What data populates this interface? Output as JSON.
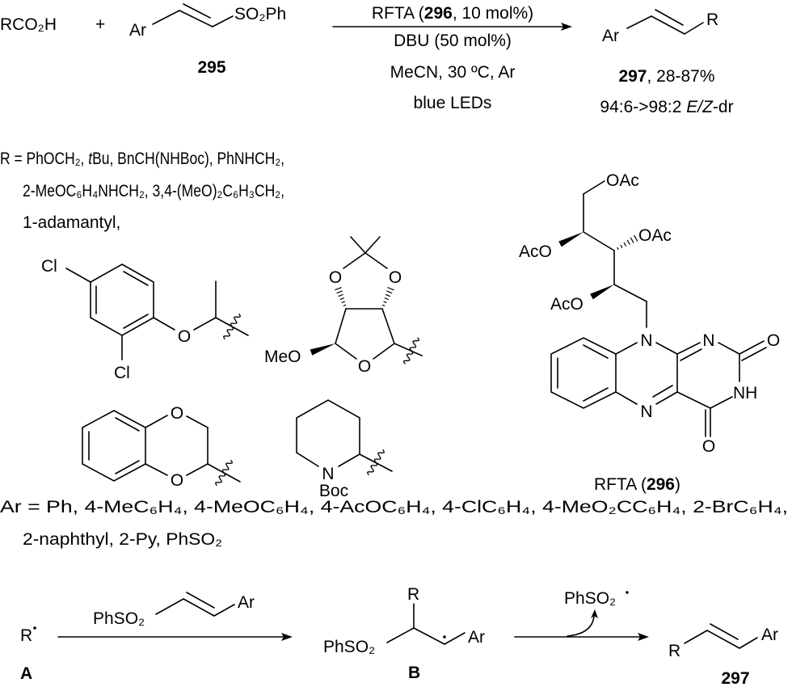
{
  "scheme": {
    "reactant1": "RCO₂H",
    "plus": "+",
    "reactant2_ar": "Ar",
    "reactant2_so2ph": "SO₂Ph",
    "reactant2_label": "295",
    "conditions": {
      "line1_prefix": "RFTA (",
      "line1_cpd": "296",
      "line1_suffix": ", 10 mol%)",
      "line2": "DBU (50 mol%)",
      "line3": "MeCN, 30 ºC, Ar",
      "line4": "blue LEDs"
    },
    "product": {
      "ar": "Ar",
      "r": "R",
      "label": "297",
      "yield": ", 28-87%",
      "dr_prefix": "94:6->98:2 ",
      "dr_italic": "E/Z",
      "dr_suffix": "-dr"
    }
  },
  "r_groups": {
    "line1_a": "R = PhOCH₂, ",
    "line1_t": "t",
    "line1_b": "Bu, BnCH(NHBoc), PhNHCH₂,",
    "line2": "2-MeOC₆H₄NHCH₂, 3,4-(MeO)₂C₆H₃CH₂,",
    "line3": "1-adamantyl,"
  },
  "structures": {
    "dichlorophenoxy": {
      "cl_top": "Cl",
      "cl_bottom": "Cl",
      "o": "O"
    },
    "acetonide": {
      "o_left": "O",
      "o_right": "O",
      "o_ring": "O",
      "meo": "MeO"
    },
    "benzodioxane": {
      "o_top": "O",
      "o_bottom": "O"
    },
    "piperidine": {
      "n": "N",
      "boc": "Boc"
    }
  },
  "rfta": {
    "oac_top": "OAc",
    "oac_right": "OAc",
    "aco_upper": "AcO",
    "aco_lower": "AcO",
    "n10": "N",
    "n1": "N",
    "n5": "N",
    "nh": "NH",
    "o2": "O",
    "o4": "O",
    "label_prefix": "RFTA (",
    "label_cpd": "296",
    "label_suffix": ")"
  },
  "ar_groups": {
    "line1": "Ar = Ph, 4-MeC₆H₄, 4-MeOC₆H₄, 4-AcOC₆H₄, 4-ClC₆H₄, 4-MeO₂CC₆H₄, 2-BrC₆H₄,",
    "line2": "2-naphthyl, 2-Py, PhSO₂"
  },
  "mechanism": {
    "a_r": "R",
    "a_label": "A",
    "reagent_phso2": "PhSO₂",
    "reagent_ar": "Ar",
    "b_r": "R",
    "b_phso2": "PhSO₂",
    "b_ar": "Ar",
    "b_label": "B",
    "byproduct": "PhSO₂",
    "product_r": "R",
    "product_ar": "Ar",
    "product_label": "297"
  }
}
